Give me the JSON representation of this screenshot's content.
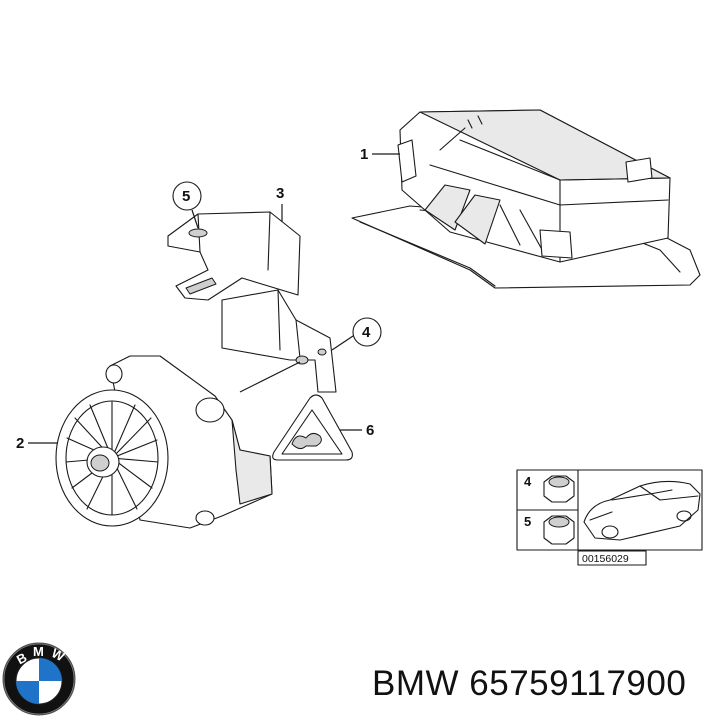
{
  "callouts": {
    "c1": "1",
    "c2": "2",
    "c3": "3",
    "c4": "4",
    "c5": "5",
    "c6": "6"
  },
  "inset": {
    "label_top": "4",
    "label_bottom": "5",
    "image_code": "00156029"
  },
  "logo": {
    "text": "BMW",
    "colors": {
      "ring": "#111111",
      "blue": "#1f73c8",
      "white": "#ffffff"
    }
  },
  "footer": {
    "brand": "BMW",
    "part_number": "65759117900"
  }
}
